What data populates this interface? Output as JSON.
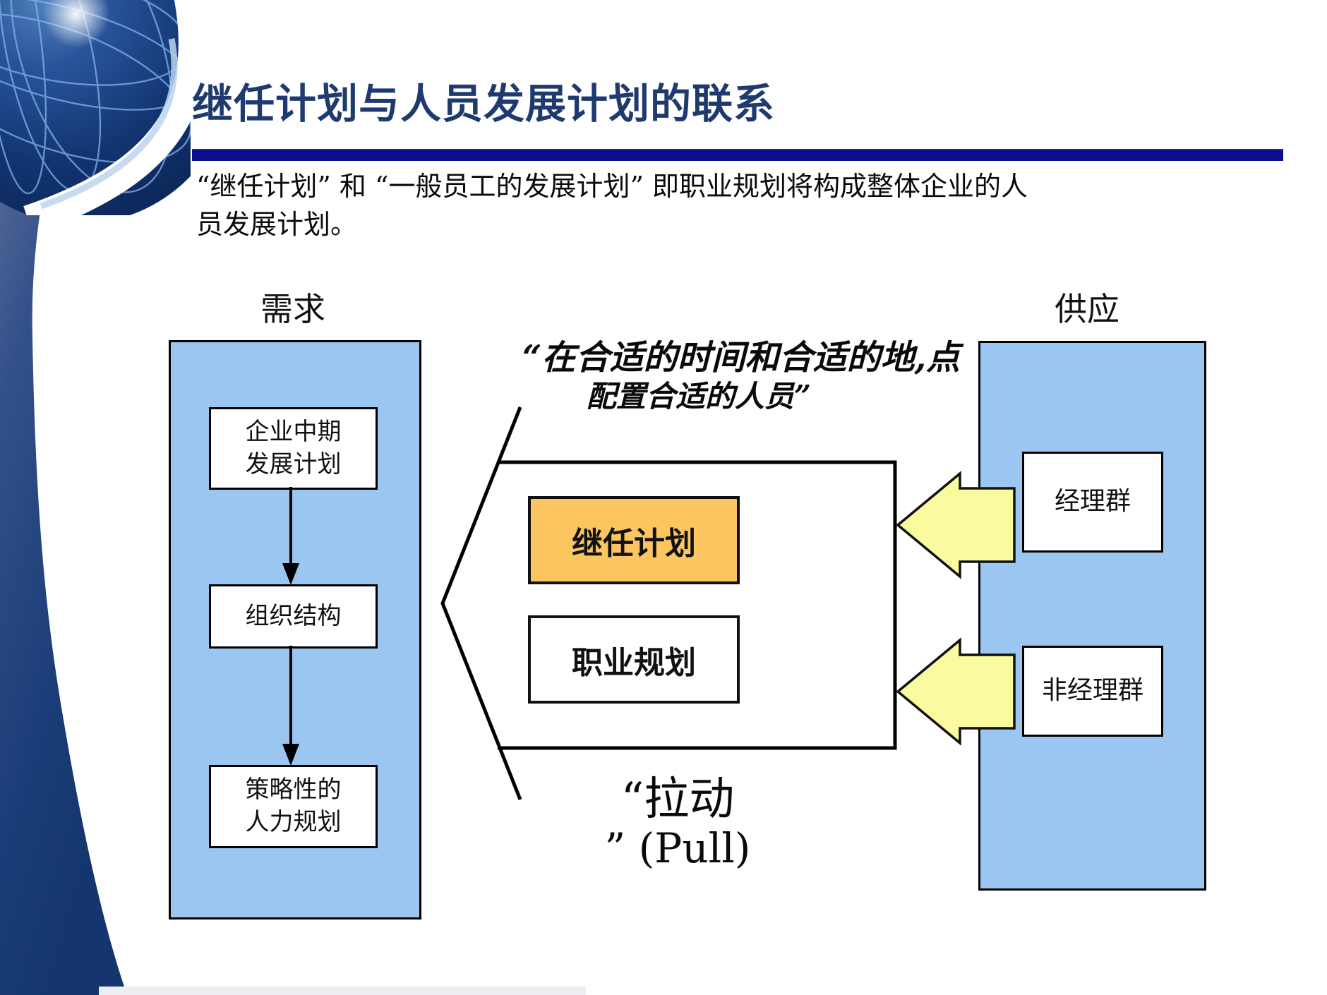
{
  "header": {
    "title": "继任计划与人员发展计划的联系"
  },
  "intro": {
    "line1": "“继任计划” 和 “一般员工的发展计划” 即职业规划将构成整体企业的人",
    "line2": "员发展计划。"
  },
  "diagram": {
    "demand": {
      "label": "需求",
      "boxes": [
        {
          "line1": "企业中期",
          "line2": "发展计划"
        },
        {
          "line1": "组织结构"
        },
        {
          "line1": "策略性的",
          "line2": "人力规划"
        }
      ]
    },
    "supply": {
      "label": "供应",
      "boxes": [
        {
          "line1": "经理群"
        },
        {
          "line1": "非经理群"
        }
      ]
    },
    "center": {
      "quote_line1": "“在合适的时间和合适的地,点",
      "quote_line2": "配置合适的人员”",
      "succession_label": "继任计划",
      "career_label": "职业规划",
      "pull_line1": "“拉动",
      "pull_line2": "” (Pull)"
    }
  },
  "colors": {
    "title_navy": "#1e3a6e",
    "underline_navy": "#0d0d8f",
    "panel_blue": "#9cc6f2",
    "succession_orange": "#fbc55f",
    "arrow_yellow": "#fafa9e",
    "band_dark": "#14356d",
    "band_light": "#66799f"
  }
}
